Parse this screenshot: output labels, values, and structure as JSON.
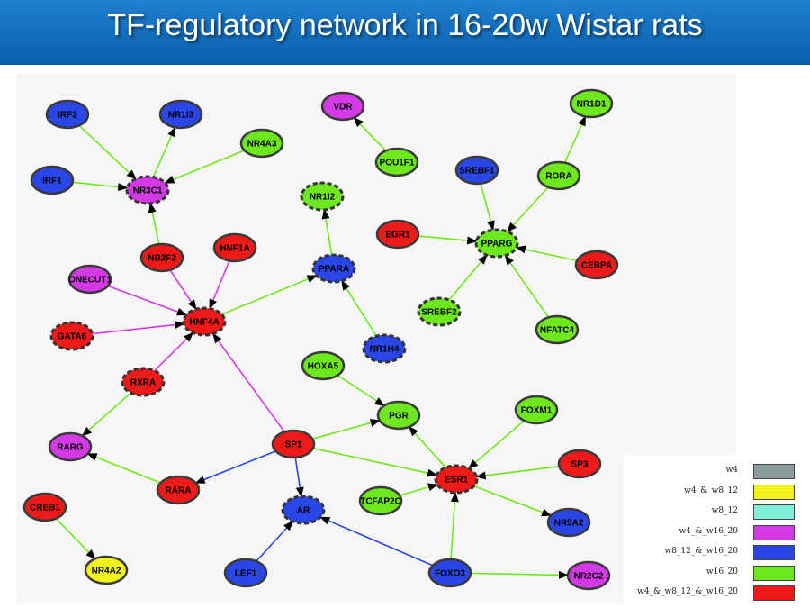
{
  "title": "TF-regulatory network in 16-20w Wistar rats",
  "legend": [
    {
      "label": "w4",
      "color": "#8c9b9b"
    },
    {
      "label": "w4_&_w8_12",
      "color": "#f2f21e"
    },
    {
      "label": "w8_12",
      "color": "#7ff0d8"
    },
    {
      "label": "w4_&_w16_20",
      "color": "#d33ae6"
    },
    {
      "label": "w8_12_&_w16_20",
      "color": "#2a46e6"
    },
    {
      "label": "w16_20",
      "color": "#6ee81e"
    },
    {
      "label": "w4_&_w8_12_&_w16_20",
      "color": "#ee1a1a"
    }
  ],
  "nodes": [
    {
      "id": "IRF2",
      "group": "w8_12_&_w16_20",
      "border": "solid"
    },
    {
      "id": "NR1I3",
      "group": "w8_12_&_w16_20",
      "border": "solid"
    },
    {
      "id": "NR4A3",
      "group": "w16_20",
      "border": "solid"
    },
    {
      "id": "IRF1",
      "group": "w8_12_&_w16_20",
      "border": "solid"
    },
    {
      "id": "NR3C1",
      "group": "w4_&_w16_20",
      "border": "dashed"
    },
    {
      "id": "NR2F2",
      "group": "w4_&_w8_12_&_w16_20",
      "border": "solid"
    },
    {
      "id": "HNF1A",
      "group": "w4_&_w8_12_&_w16_20",
      "border": "solid"
    },
    {
      "id": "ONECUT1",
      "group": "w4_&_w16_20",
      "border": "solid"
    },
    {
      "id": "HNF4A",
      "group": "w4_&_w8_12_&_w16_20",
      "border": "dashed"
    },
    {
      "id": "GATA6",
      "group": "w4_&_w8_12_&_w16_20",
      "border": "dashed"
    },
    {
      "id": "RXRA",
      "group": "w4_&_w8_12_&_w16_20",
      "border": "dashed"
    },
    {
      "id": "RARG",
      "group": "w4_&_w16_20",
      "border": "solid"
    },
    {
      "id": "RARA",
      "group": "w4_&_w8_12_&_w16_20",
      "border": "solid"
    },
    {
      "id": "CREB1",
      "group": "w4_&_w8_12_&_w16_20",
      "border": "solid"
    },
    {
      "id": "NR4A2",
      "group": "w4_&_w8_12",
      "border": "solid"
    },
    {
      "id": "LEF1",
      "group": "w8_12_&_w16_20",
      "border": "solid"
    },
    {
      "id": "AR",
      "group": "w8_12_&_w16_20",
      "border": "dashed"
    },
    {
      "id": "SP1",
      "group": "w4_&_w8_12_&_w16_20",
      "border": "solid"
    },
    {
      "id": "VDR",
      "group": "w4_&_w16_20",
      "border": "solid"
    },
    {
      "id": "POU1F1",
      "group": "w16_20",
      "border": "solid"
    },
    {
      "id": "NR1I2",
      "group": "w16_20",
      "border": "dashed"
    },
    {
      "id": "PPARA",
      "group": "w8_12_&_w16_20",
      "border": "dashed"
    },
    {
      "id": "NR1H4",
      "group": "w8_12_&_w16_20",
      "border": "dashed"
    },
    {
      "id": "HOXA5",
      "group": "w16_20",
      "border": "solid"
    },
    {
      "id": "PGR",
      "group": "w16_20",
      "border": "solid"
    },
    {
      "id": "TCFAP2C",
      "group": "w16_20",
      "border": "solid"
    },
    {
      "id": "FOXO3",
      "group": "w8_12_&_w16_20",
      "border": "solid"
    },
    {
      "id": "ESR1",
      "group": "w4_&_w8_12_&_w16_20",
      "border": "dashed"
    },
    {
      "id": "FOXM1",
      "group": "w16_20",
      "border": "solid"
    },
    {
      "id": "SP3",
      "group": "w4_&_w8_12_&_w16_20",
      "border": "solid"
    },
    {
      "id": "NR5A2",
      "group": "w8_12_&_w16_20",
      "border": "solid"
    },
    {
      "id": "NR2C2",
      "group": "w4_&_w16_20",
      "border": "solid"
    },
    {
      "id": "NR1D1",
      "group": "w16_20",
      "border": "solid"
    },
    {
      "id": "SREBF1",
      "group": "w8_12_&_w16_20",
      "border": "solid"
    },
    {
      "id": "RORA",
      "group": "w16_20",
      "border": "solid"
    },
    {
      "id": "EGR1",
      "group": "w4_&_w8_12_&_w16_20",
      "border": "solid"
    },
    {
      "id": "PPARG",
      "group": "w16_20",
      "border": "dashed"
    },
    {
      "id": "CEBPA",
      "group": "w4_&_w8_12_&_w16_20",
      "border": "solid"
    },
    {
      "id": "SREBF2",
      "group": "w16_20",
      "border": "dashed"
    },
    {
      "id": "NFATC4",
      "group": "w16_20",
      "border": "solid"
    }
  ],
  "edges": [
    {
      "from": "IRF2",
      "to": "NR3C1",
      "color": "w16_20"
    },
    {
      "from": "IRF1",
      "to": "NR3C1",
      "color": "w16_20"
    },
    {
      "from": "NR4A3",
      "to": "NR3C1",
      "color": "w16_20"
    },
    {
      "from": "NR3C1",
      "to": "NR1I3",
      "color": "w16_20"
    },
    {
      "from": "NR2F2",
      "to": "NR3C1",
      "color": "w16_20"
    },
    {
      "from": "NR2F2",
      "to": "HNF4A",
      "color": "w4_&_w16_20"
    },
    {
      "from": "HNF1A",
      "to": "HNF4A",
      "color": "w4_&_w16_20"
    },
    {
      "from": "ONECUT1",
      "to": "HNF4A",
      "color": "w4_&_w16_20"
    },
    {
      "from": "GATA6",
      "to": "HNF4A",
      "color": "w4_&_w16_20"
    },
    {
      "from": "RXRA",
      "to": "HNF4A",
      "color": "w4_&_w16_20"
    },
    {
      "from": "HNF4A",
      "to": "PPARA",
      "color": "w16_20"
    },
    {
      "from": "SP1",
      "to": "HNF4A",
      "color": "w4_&_w16_20"
    },
    {
      "from": "RXRA",
      "to": "RARG",
      "color": "w16_20"
    },
    {
      "from": "RARA",
      "to": "RARG",
      "color": "w16_20"
    },
    {
      "from": "SP1",
      "to": "RARA",
      "color": "w8_12_&_w16_20"
    },
    {
      "from": "SP1",
      "to": "AR",
      "color": "w8_12_&_w16_20"
    },
    {
      "from": "SP1",
      "to": "PGR",
      "color": "w16_20"
    },
    {
      "from": "SP1",
      "to": "ESR1",
      "color": "w16_20"
    },
    {
      "from": "CREB1",
      "to": "NR4A2",
      "color": "w16_20"
    },
    {
      "from": "LEF1",
      "to": "AR",
      "color": "w8_12_&_w16_20"
    },
    {
      "from": "FOXO3",
      "to": "AR",
      "color": "w8_12_&_w16_20"
    },
    {
      "from": "FOXO3",
      "to": "ESR1",
      "color": "w16_20"
    },
    {
      "from": "FOXO3",
      "to": "NR2C2",
      "color": "w16_20"
    },
    {
      "from": "POU1F1",
      "to": "VDR",
      "color": "w16_20"
    },
    {
      "from": "PPARA",
      "to": "NR1I2",
      "color": "w16_20"
    },
    {
      "from": "NR1H4",
      "to": "PPARA",
      "color": "w16_20"
    },
    {
      "from": "HOXA5",
      "to": "PGR",
      "color": "w16_20"
    },
    {
      "from": "ESR1",
      "to": "PGR",
      "color": "w16_20"
    },
    {
      "from": "TCFAP2C",
      "to": "ESR1",
      "color": "w16_20"
    },
    {
      "from": "FOXM1",
      "to": "ESR1",
      "color": "w16_20"
    },
    {
      "from": "SP3",
      "to": "ESR1",
      "color": "w16_20"
    },
    {
      "from": "ESR1",
      "to": "NR5A2",
      "color": "w16_20"
    },
    {
      "from": "RORA",
      "to": "NR1D1",
      "color": "w16_20"
    },
    {
      "from": "SREBF1",
      "to": "PPARG",
      "color": "w16_20"
    },
    {
      "from": "RORA",
      "to": "PPARG",
      "color": "w16_20"
    },
    {
      "from": "EGR1",
      "to": "PPARG",
      "color": "w16_20"
    },
    {
      "from": "CEBPA",
      "to": "PPARG",
      "color": "w16_20"
    },
    {
      "from": "SREBF2",
      "to": "PPARG",
      "color": "w16_20"
    },
    {
      "from": "NFATC4",
      "to": "PPARG",
      "color": "w16_20"
    }
  ]
}
